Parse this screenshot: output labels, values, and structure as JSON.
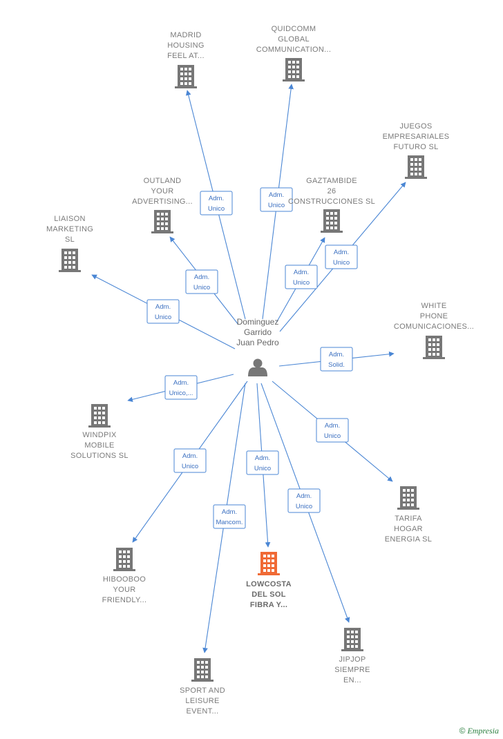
{
  "center": {
    "name_lines": [
      "Dominguez",
      "Garrido",
      "Juan Pedro"
    ],
    "icon": "person-icon"
  },
  "companies": [
    {
      "id": "madrid-housing",
      "lines": [
        "MADRID",
        "HOUSING",
        "FEEL AT..."
      ],
      "role": [
        "Adm.",
        "Unico"
      ],
      "highlight": false
    },
    {
      "id": "quidcomm",
      "lines": [
        "QUIDCOMM",
        "GLOBAL",
        "COMMUNICATION..."
      ],
      "role": [
        "Adm.",
        "Unico"
      ],
      "highlight": false
    },
    {
      "id": "juegos-empresariales",
      "lines": [
        "JUEGOS",
        "EMPRESARIALES",
        "FUTURO  SL"
      ],
      "role": [
        "Adm.",
        "Unico"
      ],
      "highlight": false
    },
    {
      "id": "outland",
      "lines": [
        "OUTLAND",
        "YOUR",
        "ADVERTISING..."
      ],
      "role": [
        "Adm.",
        "Unico"
      ],
      "highlight": false
    },
    {
      "id": "gaztambide",
      "lines": [
        "GAZTAMBIDE",
        "26",
        "CONSTRUCCIONES SL"
      ],
      "role": [
        "Adm.",
        "Unico"
      ],
      "highlight": false
    },
    {
      "id": "liaison",
      "lines": [
        "LIAISON",
        "MARKETING",
        "SL"
      ],
      "role": [
        "Adm.",
        "Unico"
      ],
      "highlight": false
    },
    {
      "id": "white-phone",
      "lines": [
        "WHITE",
        "PHONE",
        "COMUNICACIONES..."
      ],
      "role": [
        "Adm.",
        "Solid."
      ],
      "highlight": false
    },
    {
      "id": "windpix",
      "lines": [
        "WINDPIX",
        "MOBILE",
        "SOLUTIONS  SL"
      ],
      "role": [
        "Adm.",
        "Unico,..."
      ],
      "highlight": false
    },
    {
      "id": "tarifa-hogar",
      "lines": [
        "TARIFA",
        "HOGAR",
        "ENERGIA  SL"
      ],
      "role": [
        "Adm.",
        "Unico"
      ],
      "highlight": false
    },
    {
      "id": "hibooboo",
      "lines": [
        "HIBOOBOO",
        "YOUR",
        "FRIENDLY..."
      ],
      "role": [
        "Adm.",
        "Unico"
      ],
      "highlight": false
    },
    {
      "id": "lowcosta",
      "lines": [
        "LOWCOSTA",
        "DEL SOL",
        "FIBRA Y..."
      ],
      "role": [
        "Adm.",
        "Unico"
      ],
      "highlight": true
    },
    {
      "id": "jipjop",
      "lines": [
        "JIPJOP",
        "SIEMPRE",
        "EN..."
      ],
      "role": [
        "Adm.",
        "Unico"
      ],
      "highlight": false
    },
    {
      "id": "sport-leisure",
      "lines": [
        "SPORT AND",
        "LEISURE",
        "EVENT..."
      ],
      "role": [
        "Adm.",
        "Mancom."
      ],
      "highlight": false
    }
  ],
  "colors": {
    "edge": "#4a86d4",
    "building": "#777777",
    "building_highlight": "#f06a35",
    "person": "#777777"
  },
  "footer": {
    "copyright_symbol": "©",
    "brand": "Empresia"
  }
}
